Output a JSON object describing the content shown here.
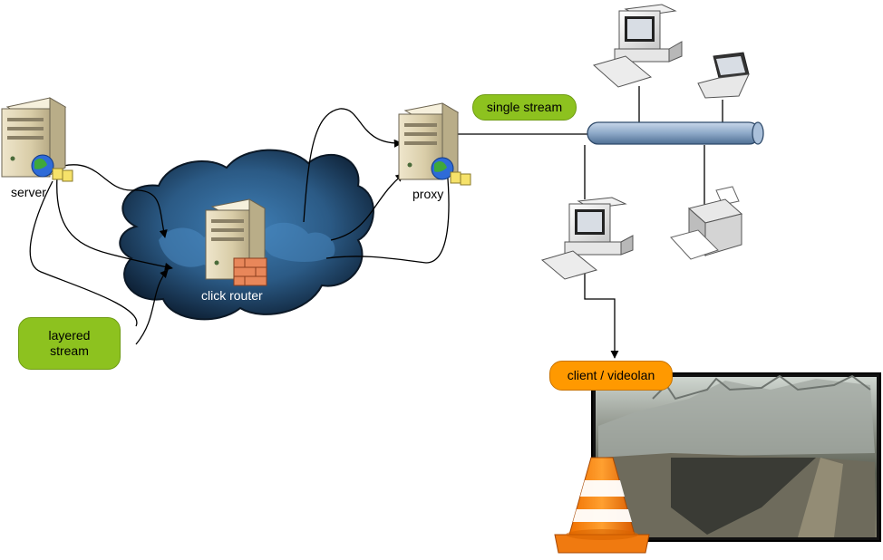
{
  "nodes": {
    "server": "server",
    "click_router": "click router",
    "proxy": "proxy"
  },
  "badges": {
    "layered_stream": "layered\nstream",
    "single_stream": "single stream",
    "client": "client / videolan"
  },
  "colors": {
    "stream_badge": "#8dc21f",
    "client_badge": "#ff9900",
    "cloud": "#1c3a56",
    "bus": "#8ea9c8"
  },
  "icons": [
    "server-icon",
    "globe-icon",
    "router-server-icon",
    "firewall-icon",
    "cloud-icon",
    "network-bus-icon",
    "desktop-computer-icon",
    "laptop-icon",
    "printer-icon",
    "vlc-cone-icon",
    "video-frame"
  ]
}
